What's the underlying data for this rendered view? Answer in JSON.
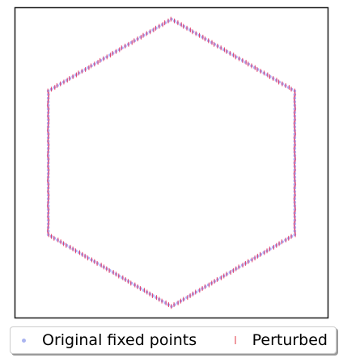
{
  "colors": {
    "original": "#6f6ff0",
    "perturbed": "#e8204a",
    "frame": "#1a1a1a"
  },
  "chart_data": {
    "type": "scatter",
    "title": "",
    "xlabel": "",
    "ylabel": "",
    "axes_ticks_visible": false,
    "grid": false,
    "legend_position": "bottom",
    "shape": "hexagon",
    "xlim": [
      -1.1,
      1.1
    ],
    "ylim": [
      -1.08,
      1.08
    ],
    "hexagon_vertices": [
      [
        0.0,
        1.0
      ],
      [
        0.866,
        0.5
      ],
      [
        0.866,
        -0.5
      ],
      [
        0.0,
        -1.0
      ],
      [
        -0.866,
        -0.5
      ],
      [
        -0.866,
        0.5
      ]
    ],
    "points_per_side": 40,
    "series": [
      {
        "name": "Original fixed points",
        "marker": "point",
        "color": "#6f6ff0"
      },
      {
        "name": "Perturbed",
        "marker": "vline",
        "color": "#e8204a"
      }
    ]
  },
  "legend": {
    "items": [
      {
        "label": "Original fixed points"
      },
      {
        "label": "Perturbed"
      }
    ]
  }
}
